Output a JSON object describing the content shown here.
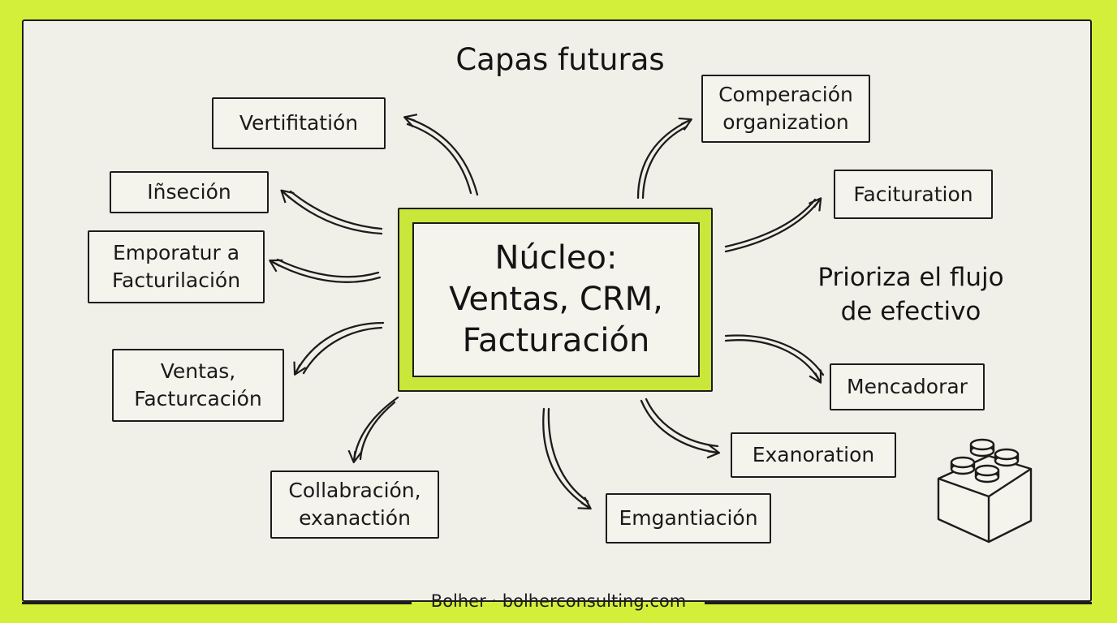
{
  "title": "Capas futuras",
  "core": {
    "line1": "Núcleo:",
    "line2": "Ventas, CRM,",
    "line3": "Facturación"
  },
  "left_boxes": [
    {
      "lines": [
        "Vertifitatión"
      ]
    },
    {
      "lines": [
        "Iñseción"
      ]
    },
    {
      "lines": [
        "Emporatur a",
        "Facturilación"
      ]
    },
    {
      "lines": [
        "Ventas,",
        "Facturcación"
      ]
    },
    {
      "lines": [
        "Collabración,",
        "exanactión"
      ]
    }
  ],
  "right_boxes": [
    {
      "lines": [
        "Comperación",
        "organization"
      ]
    },
    {
      "lines": [
        "Facituration"
      ]
    },
    {
      "lines": [
        "Mencadorar"
      ]
    },
    {
      "lines": [
        "Exanoration"
      ]
    },
    {
      "lines": [
        "Emgantiación"
      ]
    }
  ],
  "note": {
    "line1": "Prioriza el flujo",
    "line2": "de efectivo"
  },
  "footer": "Bolher · bolherconsulting.com",
  "colors": {
    "accent": "#d4ef3a",
    "paper": "#f1f0e8",
    "ink": "#1c1c1c"
  },
  "icons": [
    "lego-brick-icon"
  ]
}
